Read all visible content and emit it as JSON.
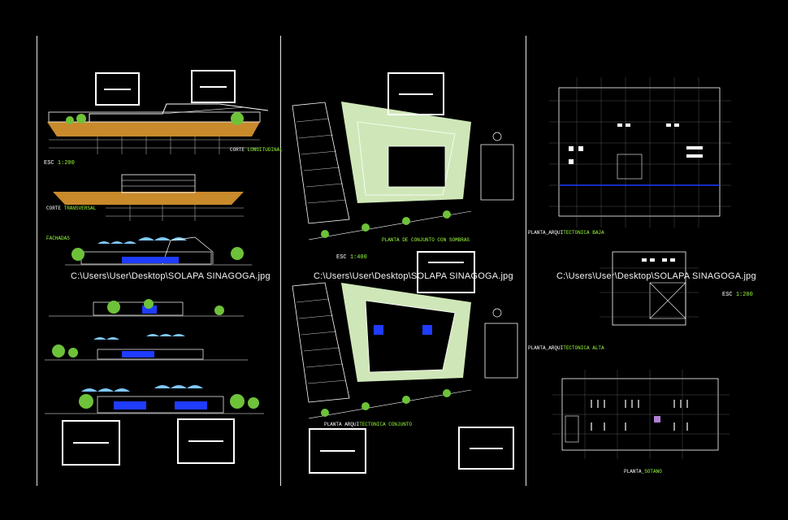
{
  "panels": {
    "left": {
      "label_corte_longitudinal_a": "CORTE ",
      "label_corte_longitudinal_b": "LONGITUDINAL",
      "scale_a": "ESC ",
      "scale_b": "1:200",
      "label_corte_transversal_a": "CORTE ",
      "label_corte_transversal_b": "TRANSVERSAL",
      "label_fachadas": "FACHADAS",
      "image_path": "C:\\Users\\User\\Desktop\\SOLAPA SINAGOGA.jpg"
    },
    "middle": {
      "label_planta_conjunto_sombras": "PLANTA DE CONJUNTO CON SOMBRAS",
      "scale_a": "ESC ",
      "scale_b": "1:400",
      "image_path": "C:\\Users\\User\\Desktop\\SOLAPA SINAGOGA.jpg",
      "label_planta_arq_conjunto_a": "PLANTA ARQUI",
      "label_planta_arq_conjunto_b": "TECTONICA CONJUNTO"
    },
    "right": {
      "label_planta_baja_a": "PLANTA_ARQUI",
      "label_planta_baja_b": "TECTONICA BAJA",
      "image_path": "C:\\Users\\User\\Desktop\\SOLAPA SINAGOGA.jpg",
      "scale_a": "ESC ",
      "scale_b": "1:200",
      "label_planta_alta_a": "PLANTA_ARQUI",
      "label_planta_alta_b": "TECTONICA ALTA",
      "label_planta_sotano_a": "PLANTA",
      "label_planta_sotano_b": "_SOTANO"
    }
  },
  "colors": {
    "background": "#000000",
    "linework": "#ffffff",
    "label_green": "#9cff3c",
    "sky_blue": "#7fc8ff",
    "building_blue": "#1f3cff",
    "tree_green": "#6ec23a"
  }
}
